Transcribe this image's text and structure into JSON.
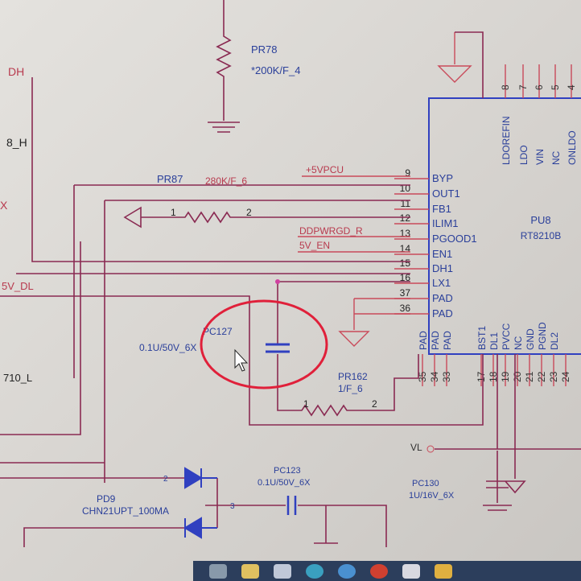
{
  "ic": {
    "ref": "PU8",
    "part": "RT8210B",
    "left_pins": [
      {
        "num": "9",
        "name": "BYP"
      },
      {
        "num": "10",
        "name": "OUT1"
      },
      {
        "num": "11",
        "name": "FB1"
      },
      {
        "num": "12",
        "name": "ILIM1"
      },
      {
        "num": "13",
        "name": "PGOOD1"
      },
      {
        "num": "14",
        "name": "EN1"
      },
      {
        "num": "15",
        "name": "DH1"
      },
      {
        "num": "16",
        "name": "LX1"
      },
      {
        "num": "37",
        "name": "PAD"
      },
      {
        "num": "36",
        "name": "PAD"
      }
    ],
    "top_pins": [
      {
        "num": "8",
        "name": "LDOREFIN"
      },
      {
        "num": "7",
        "name": "LDO"
      },
      {
        "num": "6",
        "name": "VIN"
      },
      {
        "num": "5",
        "name": "NC"
      },
      {
        "num": "4",
        "name": "ONLDO"
      }
    ],
    "bottom_pins": [
      {
        "num": "35",
        "name": "PAD"
      },
      {
        "num": "34",
        "name": "PAD"
      },
      {
        "num": "33",
        "name": "PAD"
      },
      {
        "num": "17",
        "name": "BST1"
      },
      {
        "num": "18",
        "name": "DL1"
      },
      {
        "num": "19",
        "name": "PVCC"
      },
      {
        "num": "20",
        "name": "NC"
      },
      {
        "num": "21",
        "name": "GND"
      },
      {
        "num": "22",
        "name": "PGND"
      },
      {
        "num": "23",
        "name": "DL2"
      },
      {
        "num": "24",
        "name": ""
      }
    ]
  },
  "components": {
    "pr78": {
      "ref": "PR78",
      "value": "*200K/F_4"
    },
    "pr87": {
      "ref": "PR87",
      "value": "280K/F_6"
    },
    "pc127": {
      "ref": "PC127",
      "value": "0.1U/50V_6X"
    },
    "pr162": {
      "ref": "PR162",
      "value": "1/F_6",
      "pin1": "1",
      "pin2": "2"
    },
    "pc123": {
      "ref": "PC123",
      "value": "0.1U/50V_6X"
    },
    "pc130": {
      "ref": "PC130",
      "value": "1U/16V_6X"
    },
    "pd9": {
      "ref": "PD9",
      "value": "CHN21UPT_100MA",
      "pin2": "2",
      "pin3": "3"
    },
    "ilim_res": {
      "pin1": "1",
      "pin2": "2"
    }
  },
  "nets": {
    "vpcu": "+5VPCU",
    "pwrgd": "DDPWRGD_R",
    "en": "5V_EN",
    "dh": "DH",
    "h8": "8_H",
    "dl5": "5V_DL",
    "l710": "710_L",
    "x": "X",
    "vl": "VL"
  },
  "colors": {
    "wire": "#8a2a52",
    "pin": "#c94a5a",
    "component": "#2a3f9a",
    "annotation": "#e0203a"
  }
}
